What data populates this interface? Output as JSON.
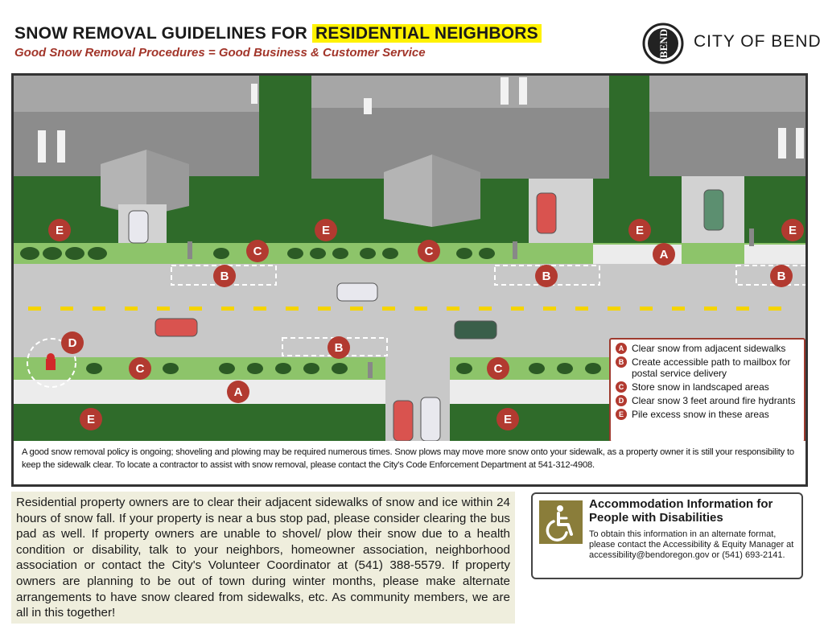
{
  "header": {
    "title_prefix": "SNOW REMOVAL GUIDELINES FOR ",
    "title_highlight": "RESIDENTIAL NEIGHBORS",
    "subtitle": "Good Snow Removal Procedures = Good Business & Customer Service",
    "logo_text": "BEND",
    "city_name": "CITY OF BEND"
  },
  "map_labels": {
    "A": "A",
    "B": "B",
    "C": "C",
    "D": "D",
    "E": "E"
  },
  "legend": [
    {
      "letter": "A",
      "text": "Clear snow from adjacent sidewalks"
    },
    {
      "letter": "B",
      "text": "Create accessible path to mailbox for postal service delivery"
    },
    {
      "letter": "C",
      "text": "Store snow in landscaped areas"
    },
    {
      "letter": "D",
      "text": "Clear snow 3 feet around fire hydrants"
    },
    {
      "letter": "E",
      "text": "Pile excess snow in these areas"
    }
  ],
  "illustration_note": "A good snow removal policy is ongoing; shoveling and plowing may be required numerous times. Snow plows may move more snow onto your sidewalk, as a property owner it is still your responsibility to keep the sidewalk clear. To locate a contractor to assist with snow removal, please contact the City's Code Enforcement Department at 541-312-4908.",
  "residential_text": "Residential property owners are to clear their adjacent sidewalks of snow and ice within 24 hours of snow fall. If your property is near a bus stop pad, please consider clearing the bus pad as well. If property owners are unable to shovel/ plow their snow due to a health condition or disability, talk to your neighbors, homeowner association, neighborhood association or contact the City's Volunteer Coordinator at (541) 388-5579. If property owners are planning to be out of town during winter months, please make alternate arrangements to have snow cleared from sidewalks, etc. As community members, we are all in this together!",
  "accommodation": {
    "title": "Accommodation Information for People with Disabilities",
    "body": "To obtain this information in an alternate format, please contact the Accessibility & Equity Manager at accessibility@bendoregon.gov or (541) 693-2141.",
    "icon": "wheelchair-icon"
  },
  "colors": {
    "accent_red": "#b23a30",
    "highlight_yellow": "#fff200",
    "grass": "#2f6b2a",
    "road": "#c8c8c8",
    "roof": "#8c8c8c"
  }
}
